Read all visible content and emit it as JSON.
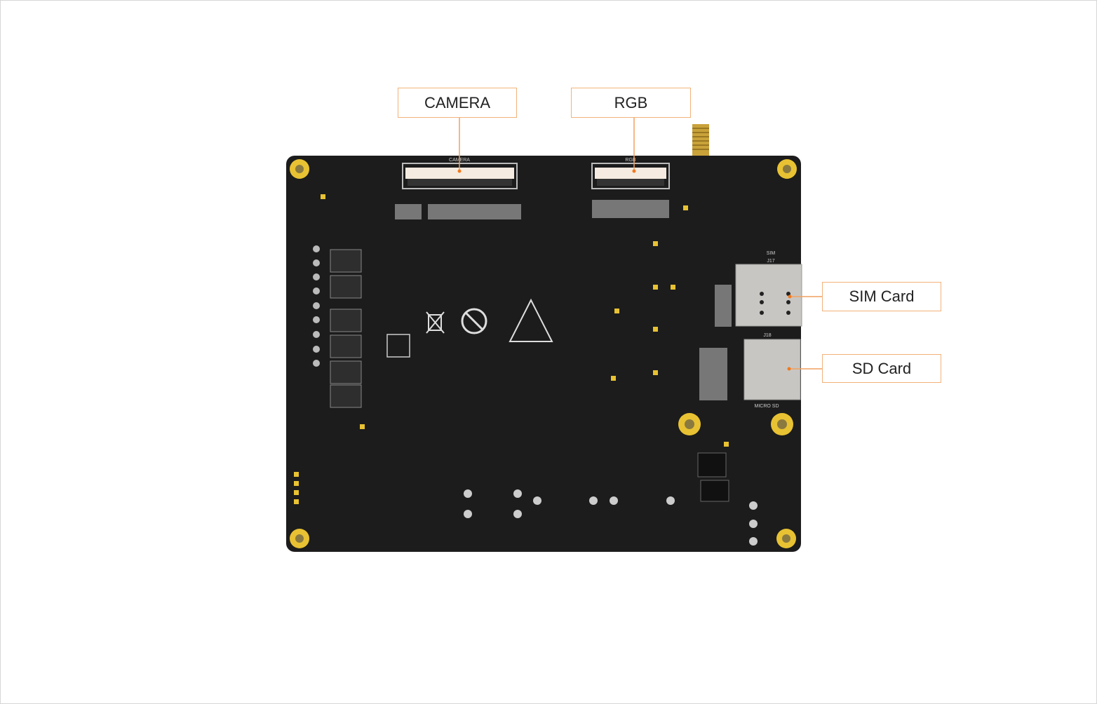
{
  "callouts": {
    "camera": "CAMERA",
    "rgb": "RGB",
    "sim": "SIM Card",
    "sd": "SD Card"
  },
  "silkscreen": {
    "camera": "CAMERA",
    "rgb": "RGB",
    "sim": "SIM",
    "sim_ref": "J17",
    "sd_ref": "J18",
    "sd": "MICRO SD"
  },
  "colors": {
    "board": "#1c1c1c",
    "callout_border": "#f2b27a",
    "leader": "#f0a060",
    "gold": "#e8c232"
  }
}
